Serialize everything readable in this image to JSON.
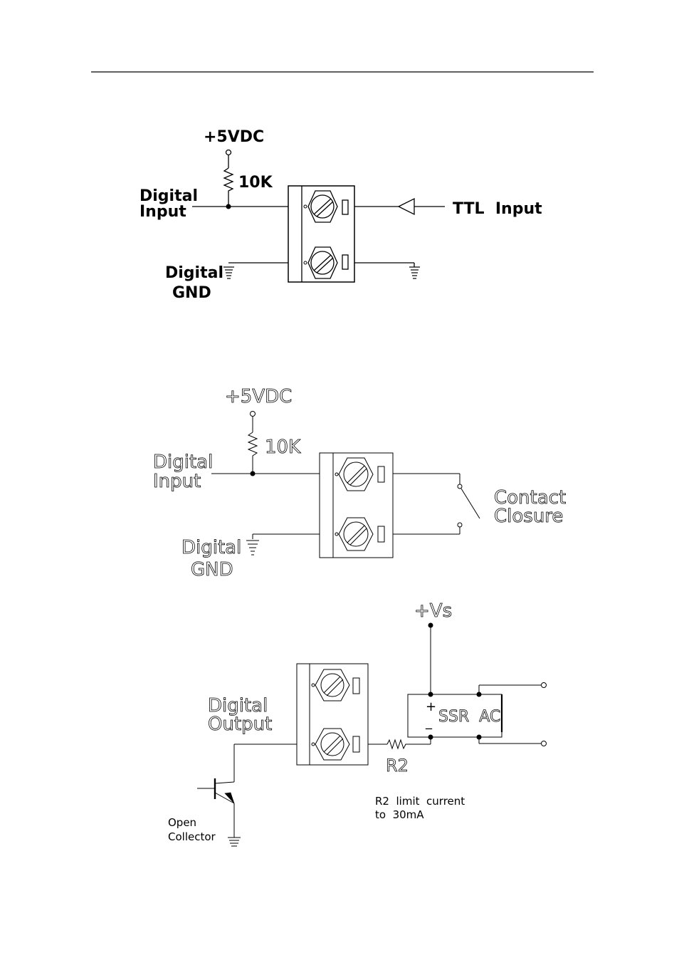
{
  "diagram1": {
    "supply": "+5VDC",
    "resistor": "10K",
    "input_label_1": "Digital",
    "input_label_2": "Input",
    "gnd_label_1": "Digital",
    "gnd_label_2": "GND",
    "ttl_label": "TTL  Input"
  },
  "diagram2": {
    "supply": "+5VDC",
    "resistor": "10K",
    "input_label_1": "Digital",
    "input_label_2": "Input",
    "gnd_label_1": "Digital",
    "gnd_label_2": "GND",
    "contact_1": "Contact",
    "contact_2": "Closure"
  },
  "diagram3": {
    "supply": "+Vs",
    "output_label_1": "Digital",
    "output_label_2": "Output",
    "ssr_plus": "+",
    "ssr_minus": "_",
    "ssr_label": "SSR  AC",
    "resistor": "R2",
    "note_1": "R2  limit  current",
    "note_2": "to  30mA",
    "collector_1": "Open",
    "collector_2": "Collector"
  }
}
